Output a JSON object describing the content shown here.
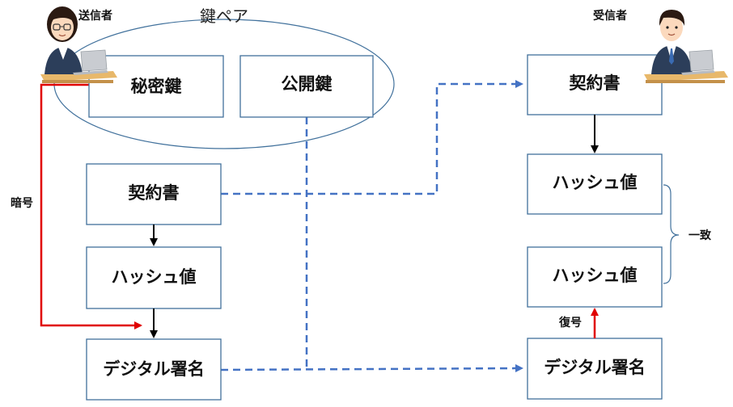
{
  "sender": {
    "role_label": "送信者",
    "key_pair_label": "鍵ペア",
    "private_key": "秘密鍵",
    "public_key": "公開鍵",
    "contract": "契約書",
    "hash": "ハッシュ値",
    "signature": "デジタル署名",
    "encrypt_label": "暗号"
  },
  "receiver": {
    "role_label": "受信者",
    "contract": "契約書",
    "hash_top": "ハッシュ値",
    "hash_bottom": "ハッシュ値",
    "signature": "デジタル署名",
    "decrypt_label": "復号",
    "match_label": "一致"
  },
  "colors": {
    "box_border": "#41719c",
    "solid_arrow": "#000000",
    "red_arrow": "#e00000",
    "dashed_line": "#4472c4"
  },
  "icons": {
    "sender": "person-at-laptop-icon",
    "receiver": "person-at-laptop-icon"
  }
}
